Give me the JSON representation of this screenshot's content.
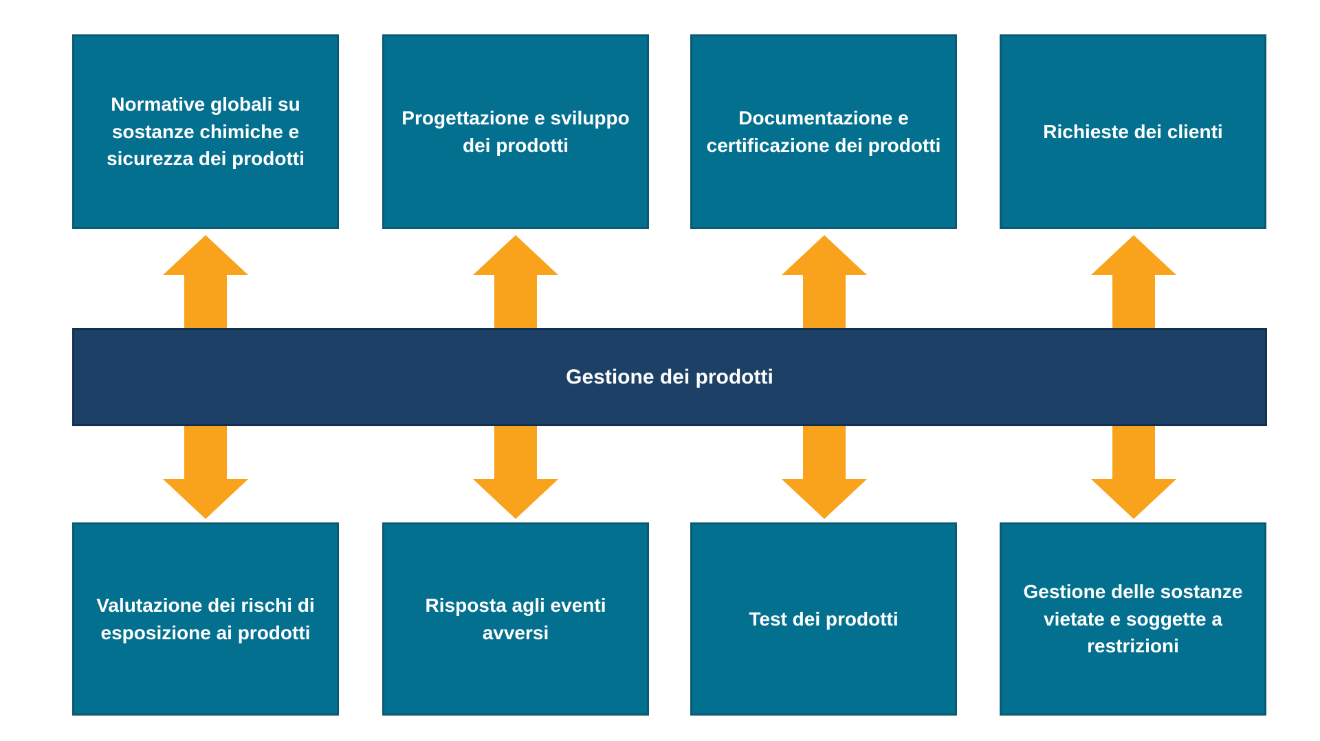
{
  "diagram": {
    "title": "Gestione dei prodotti",
    "center_bar": {
      "label": "Gestione dei prodotti"
    },
    "top_boxes": [
      {
        "label": "Normative globali su sostanze chimiche e sicurezza dei prodotti"
      },
      {
        "label": "Progettazione e sviluppo dei prodotti"
      },
      {
        "label": "Documentazione e certificazione dei prodotti"
      },
      {
        "label": "Richieste dei clienti"
      }
    ],
    "bottom_boxes": [
      {
        "label": "Valutazione dei rischi di esposizione ai prodotti"
      },
      {
        "label": "Risposta agli eventi avversi"
      },
      {
        "label": "Test dei prodotti"
      },
      {
        "label": "Gestione delle sostanze vietate e soggette a restrizioni"
      }
    ],
    "arrows": {
      "top": "double-block-arrows-pointing-up",
      "bottom": "double-block-arrows-pointing-down"
    },
    "colors": {
      "box_fill": "#04708F",
      "box_border": "#0B5A73",
      "bar_fill": "#1D4166",
      "bar_border": "#152F4E",
      "arrow": "#F9A21C",
      "text": "#FFFFFF",
      "background": "#FFFFFF"
    }
  }
}
